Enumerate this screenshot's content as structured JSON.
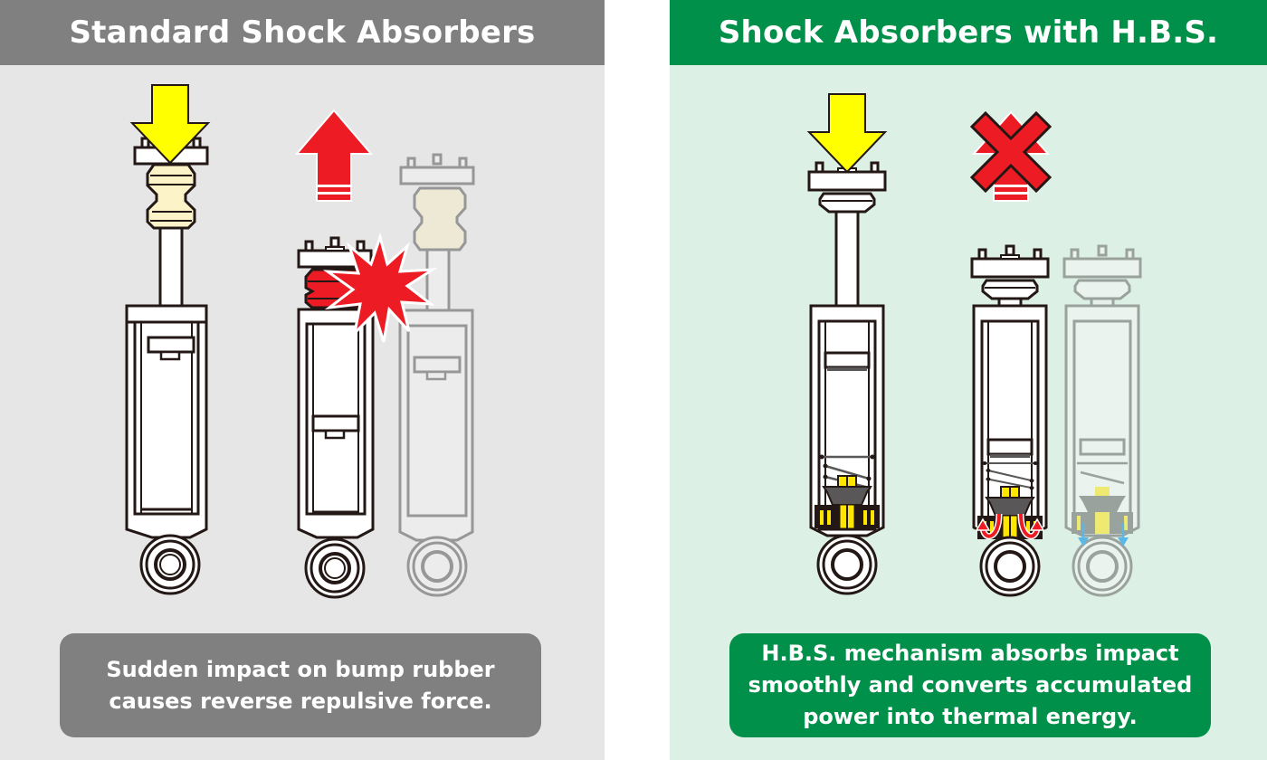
{
  "left_panel": {
    "title": "Standard Shock Absorbers",
    "caption_lines": [
      "Sudden impact on bump rubber",
      "causes reverse repulsive force."
    ],
    "header_color": "#808080",
    "background_color": "#e6e6e6",
    "illustrations": [
      {
        "label": "compressed-shock",
        "arrow": "down",
        "arrow_color": "#ffff00"
      },
      {
        "label": "rebounding-shock",
        "arrow": "up",
        "arrow_color": "#ed1c24",
        "impact_burst": true
      },
      {
        "label": "ghost-extended-shock"
      }
    ]
  },
  "right_panel": {
    "title": "Shock Absorbers with H.B.S.",
    "caption_lines": [
      "H.B.S. mechanism absorbs impact",
      "smoothly and converts accumulated",
      "power into thermal energy."
    ],
    "header_color": "#00904a",
    "background_color": "#ddf0e5",
    "illustrations": [
      {
        "label": "compressed-hbs-shock",
        "arrow": "down",
        "arrow_color": "#ffff00"
      },
      {
        "label": "hbs-shock-no-rebound",
        "arrow": "up-crossed",
        "arrow_color": "#ed1c24",
        "oil_flow": "red-arrows"
      },
      {
        "label": "ghost-hbs-shock",
        "oil_flow": "blue-arrows"
      }
    ]
  }
}
